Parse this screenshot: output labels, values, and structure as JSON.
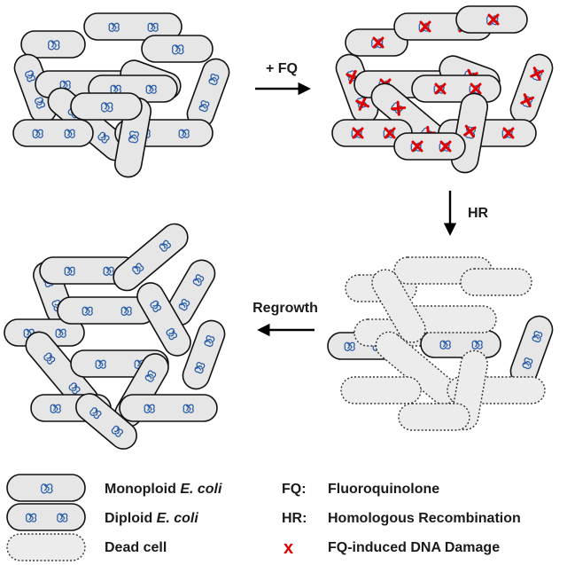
{
  "steps": {
    "fq": "+ FQ",
    "hr": "HR",
    "regrowth": "Regrowth"
  },
  "legend": [
    {
      "icon": "monoploid-cell-icon",
      "label_pre": "Monoploid ",
      "label_em": "E. coli",
      "label": ""
    },
    {
      "icon": "diploid-cell-icon",
      "label_pre": "Diploid ",
      "label_em": "E. coli",
      "label": ""
    },
    {
      "icon": "dead-cell-icon",
      "label_pre": "",
      "label_em": "",
      "label": "Dead cell"
    }
  ],
  "abbreviations": [
    {
      "abbr": "FQ:",
      "meaning": "Fluoroquinolone"
    },
    {
      "abbr": "HR:",
      "meaning": "Homologous Recombination"
    },
    {
      "abbr": "x",
      "meaning": "FQ-induced DNA Damage",
      "color": "#e00000"
    }
  ],
  "colors": {
    "cell_fill": "#e6e6e6",
    "dna": "#2a5ea8",
    "damage": "#e00000"
  }
}
